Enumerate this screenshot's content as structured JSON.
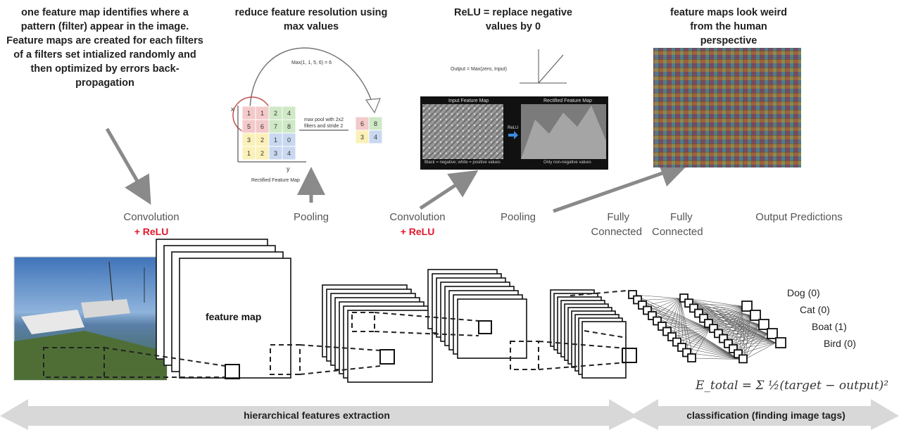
{
  "annotations": {
    "filters_note": "one feature map identifies where a pattern (filter) appear in the image. Feature maps are created for each filters of a filters set intialized randomly and then optimized by errors back-propagation",
    "pooling_note": "reduce feature resolution using max values",
    "relu_note": "ReLU = replace negative values by 0",
    "featuremaps_note": "feature maps look weird from the human perspective"
  },
  "pooling_inset": {
    "max_formula": "Max(1, 1, 5, 6) = 6",
    "grid": [
      [
        "1",
        "1",
        "2",
        "4"
      ],
      [
        "5",
        "6",
        "7",
        "8"
      ],
      [
        "3",
        "2",
        "1",
        "0"
      ],
      [
        "1",
        "2",
        "3",
        "4"
      ]
    ],
    "pooled": [
      [
        "6",
        "8"
      ],
      [
        "3",
        "4"
      ]
    ],
    "caption": "max pool with 2x2 filters and stride 2",
    "x_label": "x",
    "y_label": "y",
    "map_label": "Rectified Feature Map",
    "quadrant_colors": [
      "#f3c9c9",
      "#cfe8c5",
      "#fbf0b8",
      "#c9d8f0"
    ]
  },
  "relu_inset": {
    "formula": "Output = Max(zero, Input)",
    "input_title": "Input Feature Map",
    "output_title": "Rectified Feature Map",
    "arrow_label": "ReLU",
    "input_caption": "Black = negative; white = positive values",
    "output_caption": "Only non-negative values"
  },
  "layers": {
    "conv1": "Convolution",
    "conv1_relu": "+ ReLU",
    "pool1": "Pooling",
    "conv2": "Convolution",
    "conv2_relu": "+ ReLU",
    "pool2": "Pooling",
    "fc1_line1": "Fully",
    "fc1_line2": "Connected",
    "fc2_line1": "Fully",
    "fc2_line2": "Connected",
    "output": "Output Predictions"
  },
  "feature_map_label": "feature map",
  "predictions": [
    "Dog (0)",
    "Cat (0)",
    "Boat (1)",
    "Bird (0)"
  ],
  "loss_formula": "E_total = Σ ½(target − output)²",
  "bars": {
    "extraction": "hierarchical features extraction",
    "classification": "classification (finding image tags)"
  }
}
